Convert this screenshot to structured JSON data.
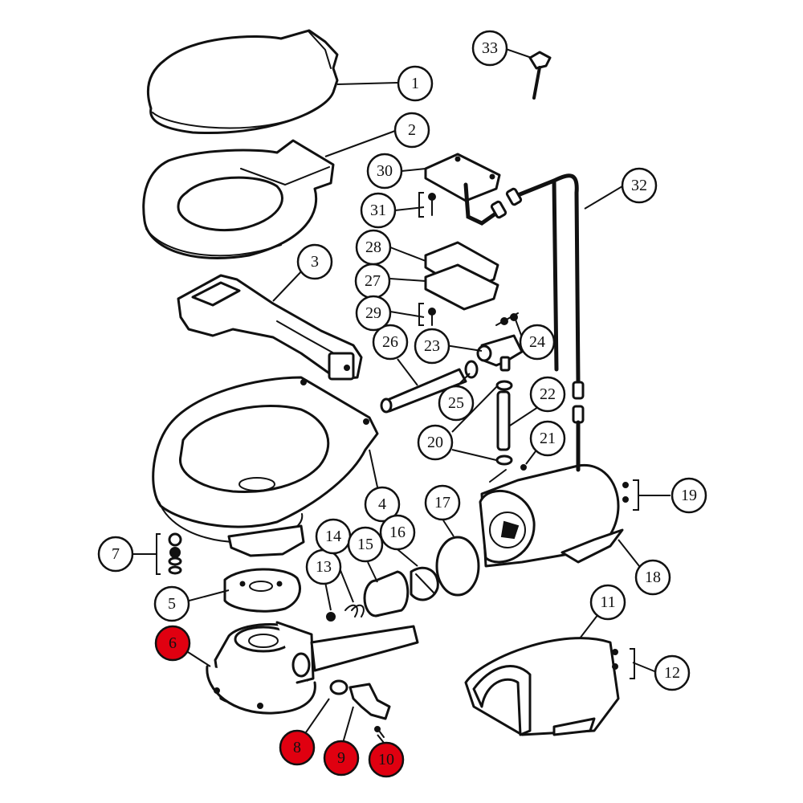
{
  "colors": {
    "highlight": "#e00010",
    "ink": "#111111",
    "background": "#ffffff"
  },
  "callouts": [
    {
      "label": "1",
      "highlighted": false
    },
    {
      "label": "2",
      "highlighted": false
    },
    {
      "label": "3",
      "highlighted": false
    },
    {
      "label": "4",
      "highlighted": false
    },
    {
      "label": "5",
      "highlighted": false
    },
    {
      "label": "6",
      "highlighted": true
    },
    {
      "label": "7",
      "highlighted": false
    },
    {
      "label": "8",
      "highlighted": true
    },
    {
      "label": "9",
      "highlighted": true
    },
    {
      "label": "10",
      "highlighted": true
    },
    {
      "label": "11",
      "highlighted": false
    },
    {
      "label": "12",
      "highlighted": false
    },
    {
      "label": "13",
      "highlighted": false
    },
    {
      "label": "14",
      "highlighted": false
    },
    {
      "label": "15",
      "highlighted": false
    },
    {
      "label": "16",
      "highlighted": false
    },
    {
      "label": "17",
      "highlighted": false
    },
    {
      "label": "18",
      "highlighted": false
    },
    {
      "label": "19",
      "highlighted": false
    },
    {
      "label": "20",
      "highlighted": false
    },
    {
      "label": "21",
      "highlighted": false
    },
    {
      "label": "22",
      "highlighted": false
    },
    {
      "label": "23",
      "highlighted": false
    },
    {
      "label": "24",
      "highlighted": false
    },
    {
      "label": "25",
      "highlighted": false
    },
    {
      "label": "26",
      "highlighted": false
    },
    {
      "label": "27",
      "highlighted": false
    },
    {
      "label": "28",
      "highlighted": false
    },
    {
      "label": "29",
      "highlighted": false
    },
    {
      "label": "30",
      "highlighted": false
    },
    {
      "label": "31",
      "highlighted": false
    },
    {
      "label": "32",
      "highlighted": false
    },
    {
      "label": "33",
      "highlighted": false
    }
  ]
}
